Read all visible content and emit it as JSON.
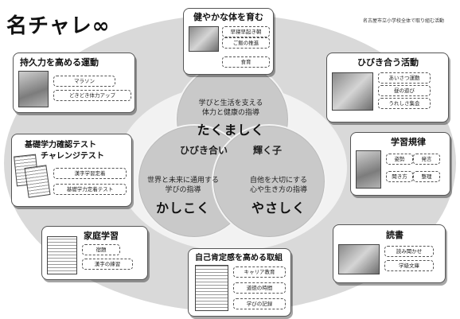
{
  "title": "名チャレ∞",
  "subtitle": "名古屋市立小学校全体で取り組む活動",
  "center": {
    "top": {
      "line1": "学びと生活を支える",
      "line2": "体力と健康の指導",
      "big": "たくましく"
    },
    "left": {
      "line1": "世界と未来に通用する",
      "line2": "学びの指導",
      "big": "かしこく"
    },
    "right": {
      "line1": "自他を大切にする",
      "line2": "心や生き方の指導",
      "big": "やさしく"
    },
    "overlap_left": "ひびき合い",
    "overlap_right": "輝く子"
  },
  "boxes": {
    "health": {
      "title": "健やかな体を育む",
      "tags": [
        "早寝早起き朝",
        "ご飯の推進",
        "食育"
      ]
    },
    "stamina": {
      "title": "持久力を高める運動",
      "tags": [
        "マラソン",
        "どきどき体力アップ"
      ]
    },
    "hibiki": {
      "title": "ひびき合う活動",
      "tags": [
        "あいさつ運動",
        "昼の遊び",
        "うれしさ集会"
      ]
    },
    "test": {
      "title_line1": "基礎学力確認テスト",
      "title_line2": "チャレンジテスト",
      "tags": [
        "漢字学習定着",
        "基礎学力定着テスト"
      ]
    },
    "kiritsu": {
      "title": "学習規律",
      "tags": [
        "姿勢",
        "発言",
        "聞き方",
        "整理"
      ]
    },
    "katei": {
      "title": "家庭学習",
      "tags": [
        "宿題",
        "漢字の練習"
      ]
    },
    "dokusho": {
      "title": "読書",
      "tags": [
        "読み聞かせ",
        "学級文庫"
      ]
    },
    "jiko": {
      "title": "自己肯定感を高める取組",
      "tags": [
        "キャリア教育",
        "道徳の時間",
        "学びの記録"
      ]
    }
  }
}
